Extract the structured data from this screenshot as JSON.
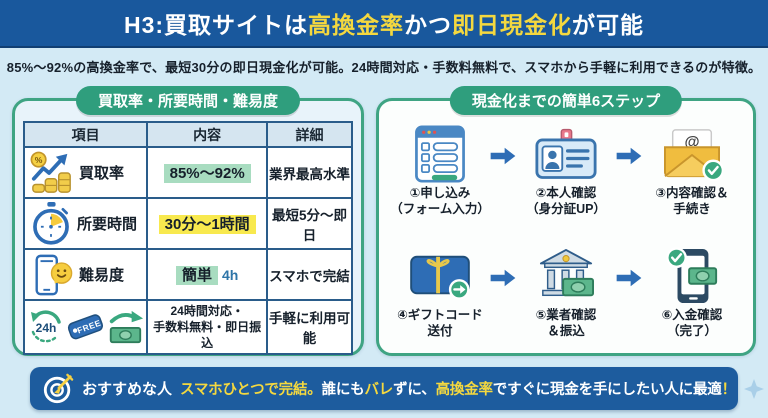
{
  "colors": {
    "header_bg": "#19589d",
    "accent_yellow": "#f4d83f",
    "pill_green": "#2f9e7d",
    "panel_border_green": "#3fa483",
    "table_border_blue": "#2a5c8a",
    "highlight_green": "#a8dcc0",
    "highlight_yellow": "#f8e94e",
    "footer_bg": "#1d5c9e",
    "arrow_blue": "#2e6db5",
    "page_bg": "#d3eaf5"
  },
  "header": {
    "parts": [
      {
        "text": "H3:買取サイトは"
      },
      {
        "text": "高換金率"
      },
      {
        "text": "かつ"
      },
      {
        "text": "即日現金化"
      },
      {
        "text": "が可能"
      }
    ]
  },
  "subtitle": "85%〜92%の高換金率で、最短30分の即日現金化が可能。24時間対応・手数料無料で、スマホから手軽に利用できるのが特徴。",
  "left_panel": {
    "title": "買取率・所要時間・難易度",
    "columns": [
      "項目",
      "内容",
      "詳細"
    ],
    "rows": [
      {
        "icon": "coins-growth-icon",
        "item": "買取率",
        "value": "85%〜92%",
        "detail": "業界最高水準"
      },
      {
        "icon": "stopwatch-icon",
        "item": "所要時間",
        "value": "30分〜1時間",
        "detail": "最短5分〜即日"
      },
      {
        "icon": "smartphone-smiley-icon",
        "item": "難易度",
        "value": "簡単",
        "value_extra": "4h",
        "detail": "スマホで完結"
      },
      {
        "icon": "24h-free-transfer-icons",
        "value_line1": "24時間対応・",
        "value_line2": "手数料無料・即日振込",
        "detail": "手軽に利用可能"
      }
    ]
  },
  "right_panel": {
    "title": "現金化までの簡単6ステップ",
    "steps": [
      {
        "label": "①申し込み",
        "sublabel": "（フォーム入力）",
        "icon": "application-form-icon"
      },
      {
        "label": "②本人確認",
        "sublabel": "（身分証UP）",
        "icon": "id-card-icon"
      },
      {
        "label": "③内容確認＆",
        "sublabel": "手続き",
        "icon": "mail-check-icon"
      },
      {
        "label": "④ギフトコード",
        "sublabel": "送付",
        "icon": "gift-card-icon"
      },
      {
        "label": "⑤業者確認",
        "sublabel": "＆振込",
        "icon": "bank-transfer-icon"
      },
      {
        "label": "⑥入金確認",
        "sublabel": "（完了）",
        "icon": "smartphone-payment-check-icon"
      }
    ]
  },
  "footer": {
    "label": "おすすめな人",
    "parts": [
      {
        "text": "スマホひとつで完結。",
        "color": "yellow"
      },
      {
        "text": "誰にも",
        "color": "white"
      },
      {
        "text": "バレ",
        "color": "yellow"
      },
      {
        "text": "ずに、",
        "color": "white"
      },
      {
        "text": "高換金率",
        "color": "yellow"
      },
      {
        "text": "ですぐに現金を手にしたい人に最適",
        "color": "white"
      },
      {
        "text": "！",
        "color": "yellow"
      }
    ]
  },
  "icon_glyphs": {
    "h24_label": "24h",
    "free_label": "FREE",
    "at_symbol": "@",
    "percent_symbol": "%"
  }
}
